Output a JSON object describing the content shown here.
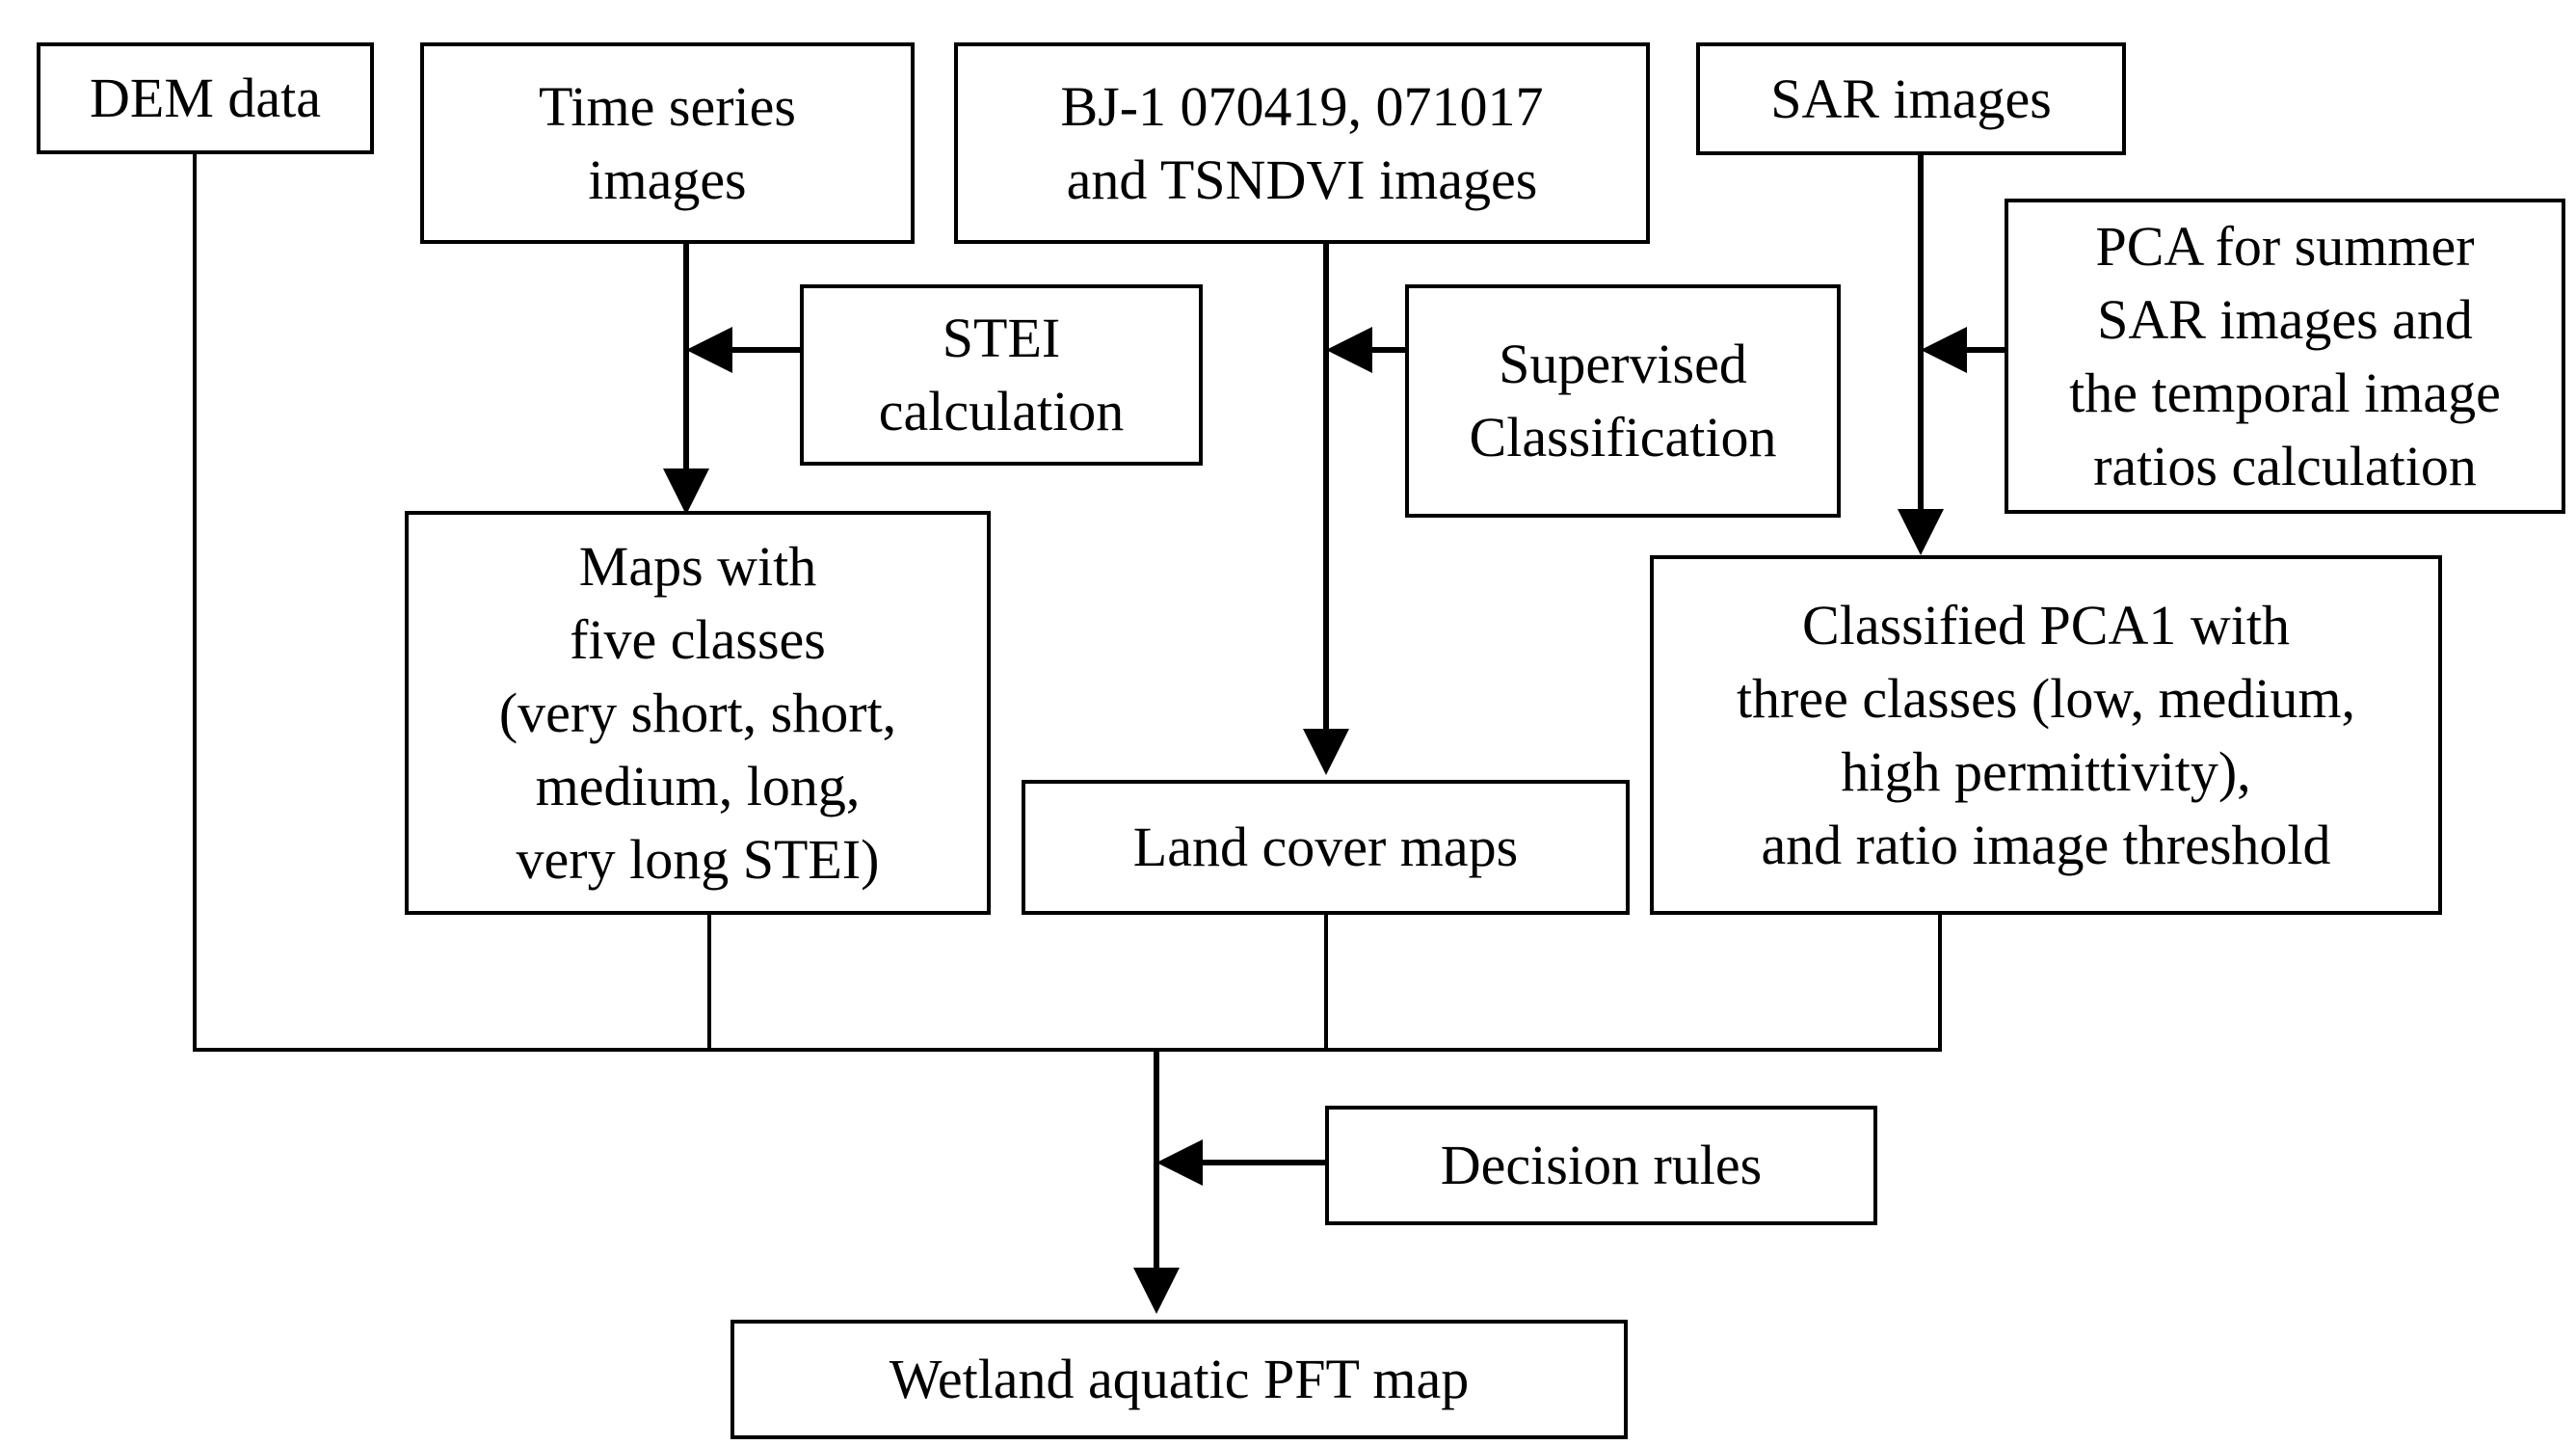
{
  "diagram": {
    "boxes": {
      "dem": "DEM data",
      "time_series": "Time series\nimages",
      "bj1": "BJ-1 070419, 071017\nand TSNDVI images",
      "sar": "SAR images",
      "stei_calc": "STEI\ncalculation",
      "supervised": "Supervised\nClassification",
      "pca": "PCA for summer\nSAR images and\nthe temporal image\nratios calculation",
      "maps_five": "Maps with\nfive classes\n(very short, short,\nmedium, long,\nvery long STEI)",
      "land_cover": "Land cover maps",
      "classified_pca": "Classified PCA1 with\nthree classes (low, medium,\nhigh permittivity),\nand ratio image threshold",
      "decision": "Decision rules",
      "wetland": "Wetland aquatic PFT map"
    }
  }
}
